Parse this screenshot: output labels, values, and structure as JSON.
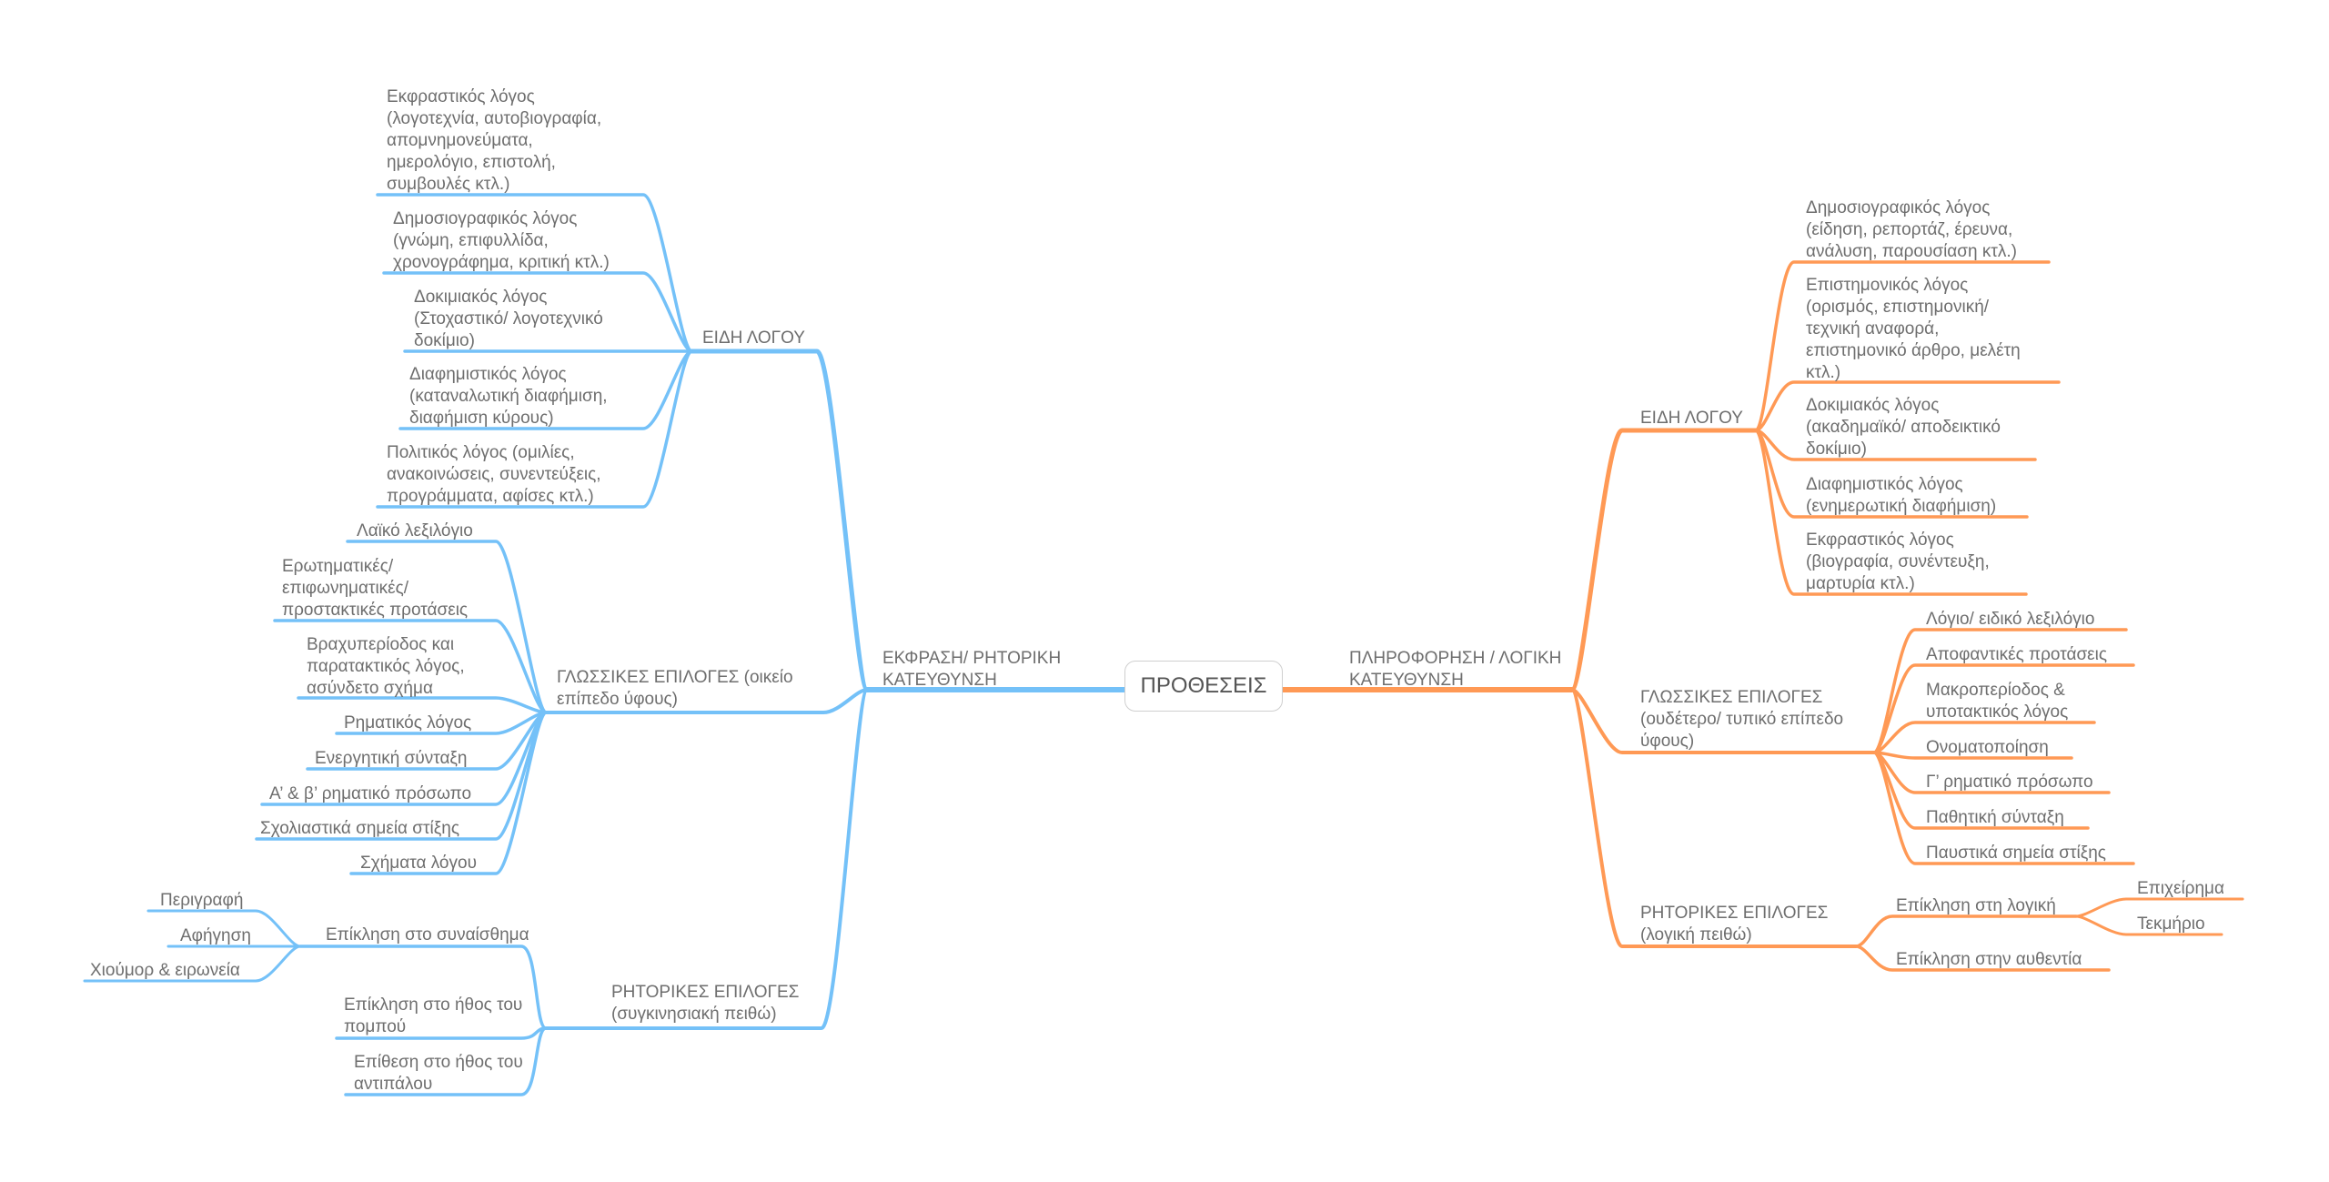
{
  "colors": {
    "left_branch": "#74c1f8",
    "right_branch": "#ff9955",
    "text": "#6e6e6e"
  },
  "center": {
    "label": "ΠΡΟΘΕΣΕΙΣ"
  },
  "left": {
    "label": "ΕΚΦΡΑΣΗ/ ΡΗΤΟΡΙΚΗ\nΚΑΤΕΥΘΥΝΣΗ",
    "groups": [
      {
        "label": "ΕΙΔΗ ΛΟΓΟΥ",
        "items": [
          {
            "label": "Εκφραστικός λόγος\n(λογοτεχνία, αυτοβιογραφία,\nαπομνημονεύματα,\nημερολόγιο, επιστολή,\nσυμβουλές κτλ.)"
          },
          {
            "label": "Δημοσιογραφικός λόγος\n(γνώμη, επιφυλλίδα,\nχρονογράφημα, κριτική κτλ.)"
          },
          {
            "label": "Δοκιμιακός λόγος\n(Στοχαστικό/ λογοτεχνικό\nδοκίμιο)"
          },
          {
            "label": "Διαφημιστικός λόγος\n(καταναλωτική διαφήμιση,\nδιαφήμιση κύρους)"
          },
          {
            "label": "Πολιτικός λόγος (ομιλίες,\nανακοινώσεις, συνεντεύξεις,\nπρογράμματα, αφίσες κτλ.)"
          }
        ]
      },
      {
        "label": "ΓΛΩΣΣΙΚΕΣ ΕΠΙΛΟΓΕΣ (οικείο\nεπίπεδο ύφους)",
        "items": [
          {
            "label": "Λαϊκό λεξιλόγιο"
          },
          {
            "label": "Ερωτηματικές/\nεπιφωνηματικές/\nπροστακτικές προτάσεις"
          },
          {
            "label": "Βραχυπερίοδος και\nπαρατακτικός λόγος,\nασύνδετο σχήμα"
          },
          {
            "label": "Ρηματικός λόγος"
          },
          {
            "label": "Ενεργητική σύνταξη"
          },
          {
            "label": "Α’ & β’ ρηματικό πρόσωπο"
          },
          {
            "label": "Σχολιαστικά σημεία στίξης"
          },
          {
            "label": "Σχήματα λόγου"
          }
        ]
      },
      {
        "label": "ΡΗΤΟΡΙΚΕΣ ΕΠΙΛΟΓΕΣ\n(συγκινησιακή πειθώ)",
        "items": [
          {
            "label": "Επίκληση στο συναίσθημα",
            "children": [
              {
                "label": "Περιγραφή"
              },
              {
                "label": "Αφήγηση"
              },
              {
                "label": "Χιούμορ & ειρωνεία"
              }
            ]
          },
          {
            "label": "Επίκληση στο ήθος του\nπομπού"
          },
          {
            "label": "Επίθεση στο ήθος του\nαντιπάλου"
          }
        ]
      }
    ]
  },
  "right": {
    "label": "ΠΛΗΡΟΦΟΡΗΣΗ / ΛΟΓΙΚΗ\nΚΑΤΕΥΘΥΝΣΗ",
    "groups": [
      {
        "label": "ΕΙΔΗ ΛΟΓΟΥ",
        "items": [
          {
            "label": "Δημοσιογραφικός λόγος\n(είδηση, ρεπορτάζ, έρευνα,\nανάλυση, παρουσίαση κτλ.)"
          },
          {
            "label": "Επιστημονικός λόγος\n(ορισμός, επιστημονική/\nτεχνική αναφορά,\nεπιστημονικό άρθρο, μελέτη\nκτλ.)"
          },
          {
            "label": "Δοκιμιακός λόγος\n(ακαδημαϊκό/ αποδεικτικό\nδοκίμιο)"
          },
          {
            "label": "Διαφημιστικός λόγος\n(ενημερωτική διαφήμιση)"
          },
          {
            "label": "Εκφραστικός λόγος\n(βιογραφία, συνέντευξη,\nμαρτυρία κτλ.)"
          }
        ]
      },
      {
        "label": "ΓΛΩΣΣΙΚΕΣ ΕΠΙΛΟΓΕΣ\n(ουδέτερο/ τυπικό επίπεδο\nύφους)",
        "items": [
          {
            "label": "Λόγιο/ ειδικό λεξιλόγιο"
          },
          {
            "label": "Αποφαντικές προτάσεις"
          },
          {
            "label": "Μακροπερίοδος &\nυποτακτικός λόγος"
          },
          {
            "label": "Ονοματοποίηση"
          },
          {
            "label": "Γ’ ρηματικό πρόσωπο"
          },
          {
            "label": "Παθητική σύνταξη"
          },
          {
            "label": "Παυστικά σημεία στίξης"
          }
        ]
      },
      {
        "label": "ΡΗΤΟΡΙΚΕΣ ΕΠΙΛΟΓΕΣ\n(λογική πειθώ)",
        "items": [
          {
            "label": "Επίκληση στη λογική",
            "children": [
              {
                "label": "Επιχείρημα"
              },
              {
                "label": "Τεκμήριο"
              }
            ]
          },
          {
            "label": "Επίκληση στην αυθεντία"
          }
        ]
      }
    ]
  }
}
